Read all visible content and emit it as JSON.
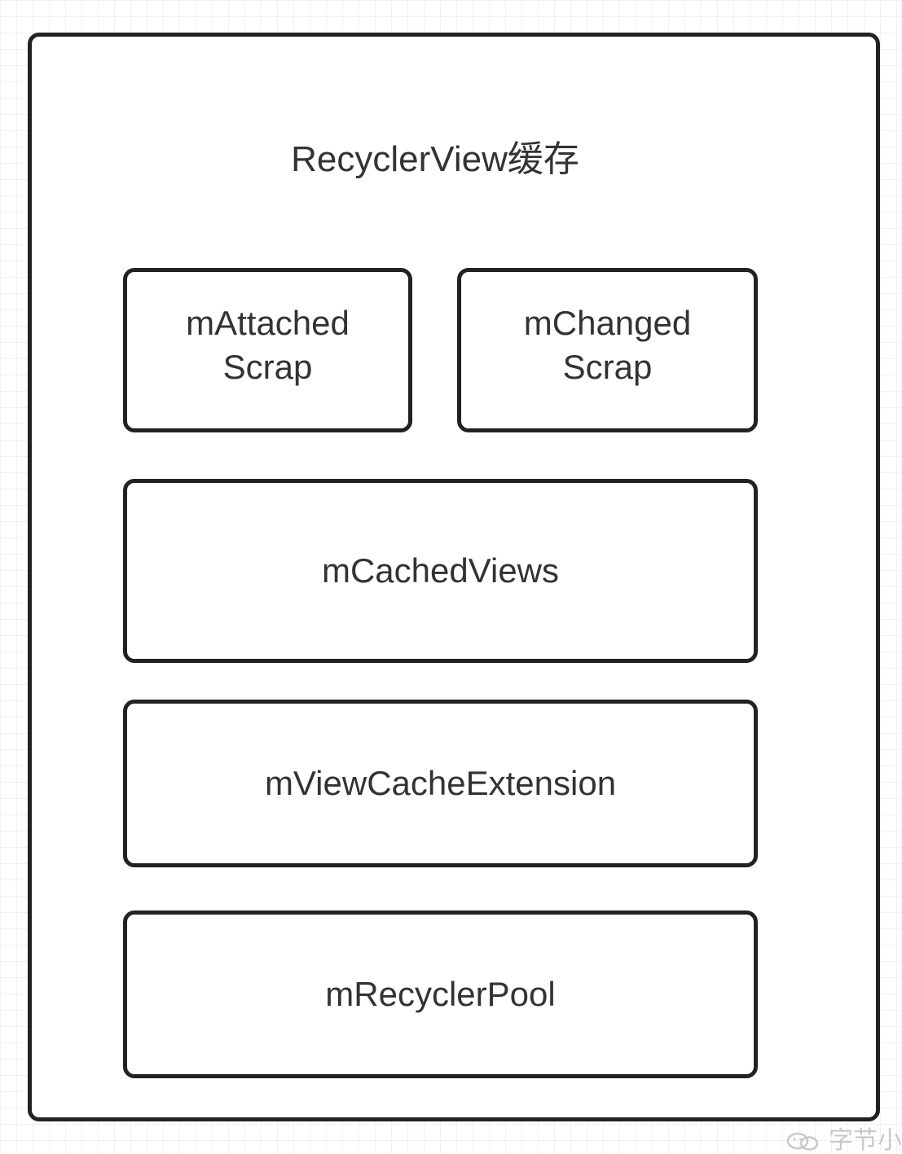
{
  "diagram": {
    "title": "RecyclerView缓存",
    "boxes": {
      "attached_scrap": {
        "line1": "mAttached",
        "line2": "Scrap"
      },
      "changed_scrap": {
        "line1": "mChanged",
        "line2": "Scrap"
      },
      "cached_views": "mCachedViews",
      "view_cache_extension": "mViewCacheExtension",
      "recycler_pool": "mRecyclerPool"
    }
  },
  "watermark": {
    "text": "字节小",
    "icon": "wechat-icon"
  },
  "colors": {
    "border": "#222222",
    "text": "#333333",
    "grid": "#f1f1f1",
    "watermark": "#c9c9c9"
  }
}
